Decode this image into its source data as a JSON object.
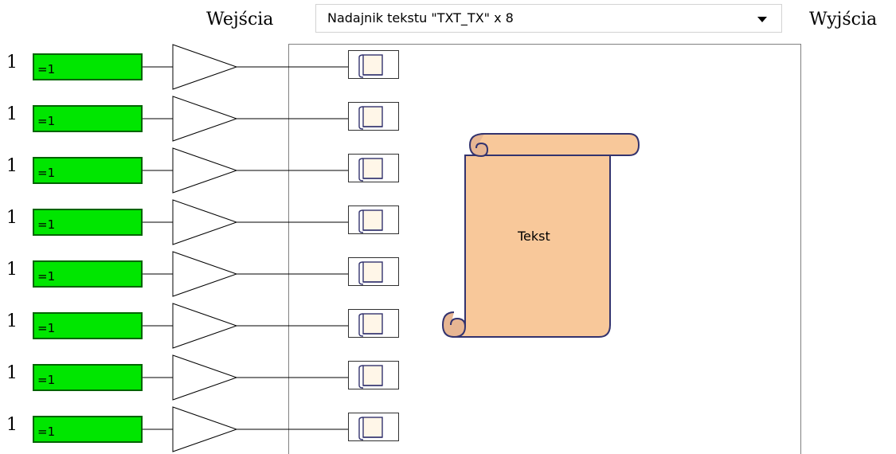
{
  "header": {
    "inputs_label": "Wejścia",
    "outputs_label": "Wyjścia",
    "dropdown_value": "Nadajnik tekstu \"TXT_TX\" x 8"
  },
  "rows": [
    {
      "number": "1",
      "box_label": "=1"
    },
    {
      "number": "1",
      "box_label": "=1"
    },
    {
      "number": "1",
      "box_label": "=1"
    },
    {
      "number": "1",
      "box_label": "=1"
    },
    {
      "number": "1",
      "box_label": "=1"
    },
    {
      "number": "1",
      "box_label": "=1"
    },
    {
      "number": "1",
      "box_label": "=1"
    },
    {
      "number": "1",
      "box_label": "=1"
    }
  ],
  "block": {
    "label": "Tekst"
  },
  "colors": {
    "input_box_fill": "#00e600",
    "input_box_border": "#006400",
    "scroll_fill": "#f8c89a",
    "scroll_outline": "#33336e"
  },
  "icons": {
    "output_icon": "text-scroll-icon",
    "buffer": "buffer-triangle-icon"
  }
}
